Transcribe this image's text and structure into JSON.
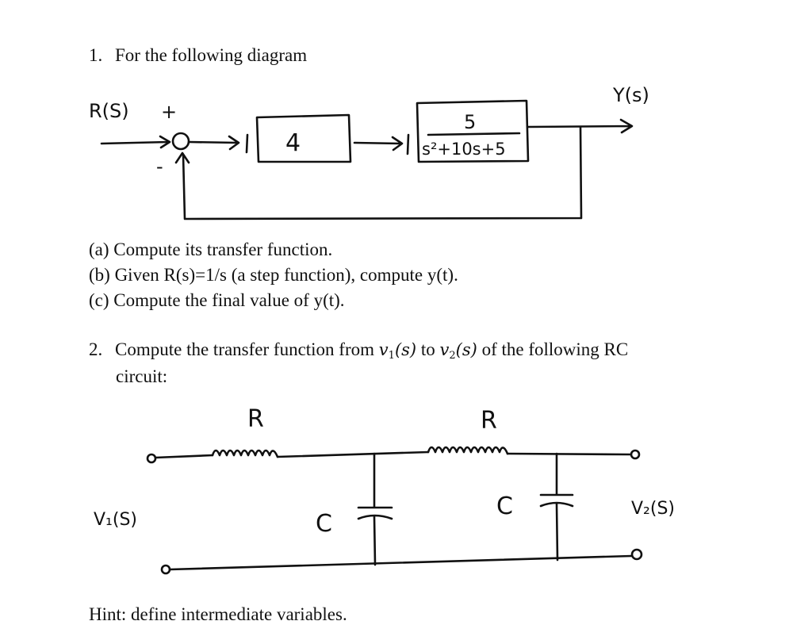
{
  "q1": {
    "number": "1.",
    "prompt": "For the following diagram",
    "diagram": {
      "input_label": "R(S)",
      "sum_plus": "+",
      "sum_minus": "-",
      "gain_block": "4",
      "plant_numerator": "5",
      "plant_denominator": "s²+10s+5",
      "output_label": "Y(s)"
    },
    "parts": [
      "(a) Compute its transfer function.",
      "(b) Given R(s)=1/s (a step function), compute y(t).",
      "(c) Compute the final value of y(t)."
    ]
  },
  "q2": {
    "number": "2.",
    "prompt_before": "Compute the transfer function from ",
    "v1": "v",
    "v1_sub": "1",
    "s_arg": "(s)",
    "to": " to ",
    "v2": "v",
    "v2_sub": "2",
    "prompt_after": " of the following RC",
    "prompt_line2": "circuit:",
    "circuit": {
      "r1": "R",
      "r2": "R",
      "c1": "C",
      "c2": "C",
      "input_label": "V₁(S)",
      "output_label": "V₂(S)"
    },
    "hint": "Hint: define intermediate variables."
  }
}
